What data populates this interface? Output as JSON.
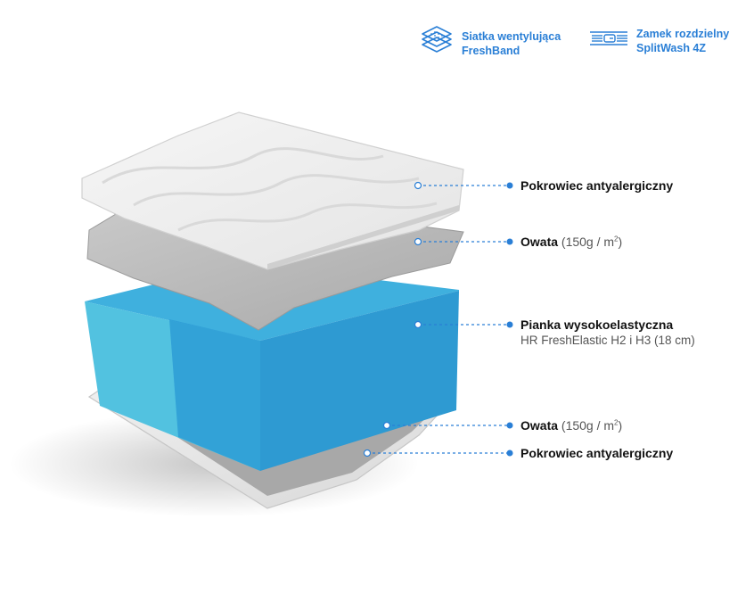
{
  "badges": [
    {
      "icon": "layers-mesh-icon",
      "line1": "Siatka wentylująca",
      "line2": "FreshBand"
    },
    {
      "icon": "zipper-icon",
      "line1": "Zamek rozdzielny",
      "line2": "SplitWash 4Z"
    }
  ],
  "labels": [
    {
      "title": "Pokrowiec antyalergiczny",
      "detail": ""
    },
    {
      "title": "Owata",
      "detail": "(150g / m",
      "sup": "2",
      "close": ")"
    },
    {
      "title": "Pianka wysokoelastyczna",
      "detail": "HR FreshElastic H2 i H3 (18 cm)"
    },
    {
      "title": "Owata",
      "detail": "(150g / m",
      "sup": "2",
      "close": ")"
    },
    {
      "title": "Pokrowiec antyalergiczny",
      "detail": ""
    }
  ],
  "colors": {
    "accent": "#2a7fd6",
    "foam_light": "#5ac8e0",
    "foam_mid": "#3aa8dc",
    "foam_dark": "#2b94cf"
  }
}
